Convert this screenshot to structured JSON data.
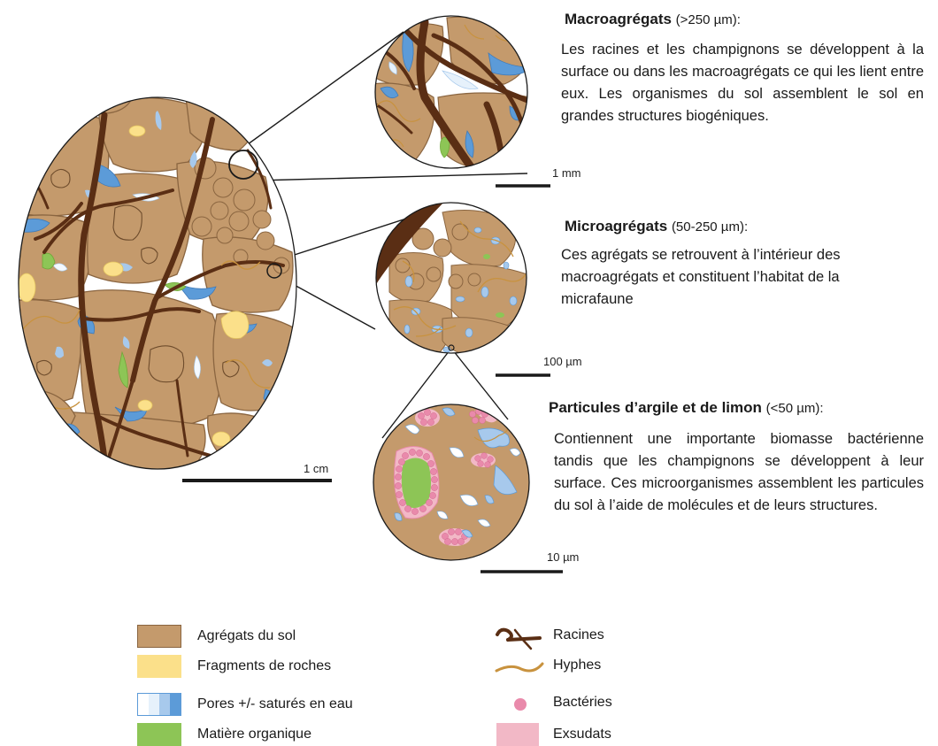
{
  "sections": [
    {
      "title": "Macroagrégats",
      "size": "(>250 µm):",
      "text": "Les racines et les champignons se développent à la surface ou dans les macroagrégats ce qui les lient entre eux. Les organismes du sol assemblent le sol en grandes structures biogéniques.",
      "scale": "1 mm"
    },
    {
      "title": "Microagrégats",
      "size": "(50-250 µm):",
      "text": "Ces agrégats se retrouvent à l’intérieur des macroagrégats et constituent l’habitat de la micrafaune",
      "scale": "100 µm"
    },
    {
      "title": "Particules d’argile et de limon",
      "size": "(<50 µm):",
      "text": "Contiennent une importante biomasse bactérienne tandis que les champignons se développent à leur surface. Ces microorganismes assemblent les particules du sol à l’aide de molécules et de leurs structures.",
      "scale": "10 µm"
    }
  ],
  "main_scale": "1 cm",
  "legend": {
    "left": [
      {
        "label": "Agrégats du sol",
        "icon": "soil-aggregate-swatch"
      },
      {
        "label": "Fragments de roches",
        "icon": "rock-fragment-swatch"
      },
      {
        "label": "Pores +/- saturés en eau",
        "icon": "pore-swatch"
      },
      {
        "label": "Matière organique",
        "icon": "organic-matter-swatch"
      }
    ],
    "right": [
      {
        "label": "Racines",
        "icon": "root-icon"
      },
      {
        "label": "Hyphes",
        "icon": "hypha-icon"
      },
      {
        "label": "Bactéries",
        "icon": "bacteria-icon"
      },
      {
        "label": "Exsudats",
        "icon": "exudate-swatch"
      }
    ]
  },
  "colors": {
    "soil": "#c49a6c",
    "soil_outline": "#8a6540",
    "rock": "#fbe08a",
    "pore_light": "#e6f1fb",
    "pore_mid": "#a7c9ec",
    "pore_dark": "#5c9bd8",
    "organic": "#8dc556",
    "root": "#5a2e14",
    "hypha": "#c8923e",
    "bacteria": "#e98aab",
    "exudate": "#f2b8c6"
  }
}
